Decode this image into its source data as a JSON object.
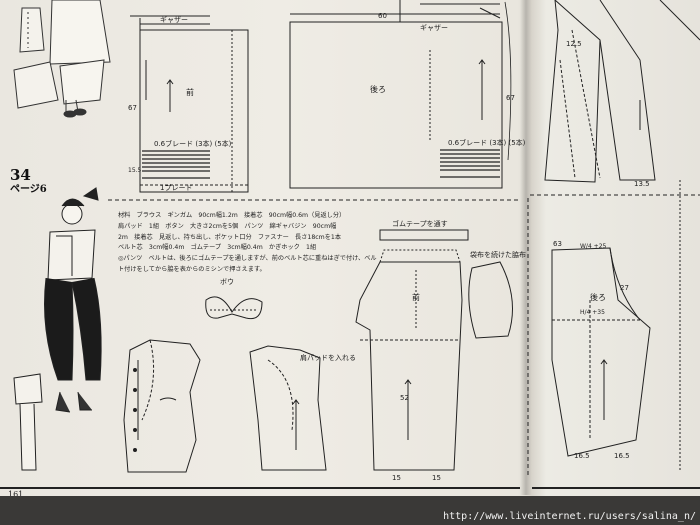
{
  "page_number": "161",
  "reference": {
    "number": "34",
    "page_label": "ページ6"
  },
  "materials": [
    "材料　ブラウス　ギンガム　90cm幅1.2m　接着芯　90cm幅0.6m（見返し分）",
    "肩パッド　1組　ボタン　大きさ2cmを5個　パンツ　綿ギャバジン　90cm幅",
    "2m　接着芯　見返し、持ち出し、ポケット口分　ファスナー　長さ18cmを1本",
    "ベルト芯　3cm幅0.4m　ゴムテープ　3cm幅0.4m　かぎホック　1組",
    "◎パンツ　ベルトは、後ろにゴムテープを通しますが、前のベルト芯に重ねはぎで付け、ベルト付けをしてから脇を表からのミシンで押さえます。"
  ],
  "labels": {
    "front": "前",
    "back": "後ろ",
    "gather": "ギャザー",
    "braid_front": "0.6ブレード (3本) (5本)",
    "braid_back": "0.6ブレード (3本) (5本)",
    "bow": "ボウ",
    "elastic": "ゴムテープを通す",
    "pocket_label": "袋布を続けた脇布",
    "pants_front": "前",
    "pants_back": "後ろ",
    "shoulder_pad": "肩パッドを入れる"
  },
  "numbers": {
    "top_width": "60",
    "front_length": "67",
    "back_length": "67",
    "gather_top": "1プレード",
    "n155": "15.5",
    "pants_len": "52",
    "waist": "W/4 +25",
    "hip": "H/4 +35",
    "hem_left": "15",
    "hem_right": "15",
    "right_165a": "16.5",
    "right_165b": "16.5",
    "right_135": "13.5",
    "right_63": "63",
    "right_125": "12.5",
    "right_27": "27"
  },
  "watermark": "http://www.liveinternet.ru/users/salina_n/"
}
